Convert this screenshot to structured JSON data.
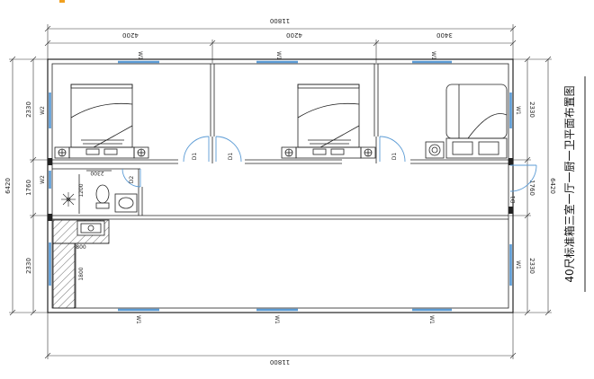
{
  "dimensions": {
    "total_length": "11800",
    "room_widths": [
      "4200",
      "4200",
      "3400"
    ],
    "total_width": "6420",
    "side_dims": [
      "2330",
      "1760",
      "2330"
    ],
    "bath_length": "2300",
    "bath_depth": "1200",
    "kitchen_small": "800",
    "kitchen_length": "1800"
  },
  "labels": {
    "window": "W1",
    "window_small": "W2",
    "door": "D1",
    "door_bath": "D2"
  },
  "title": "40尺标准箱三室一厅一厨一卫平面布置图"
}
